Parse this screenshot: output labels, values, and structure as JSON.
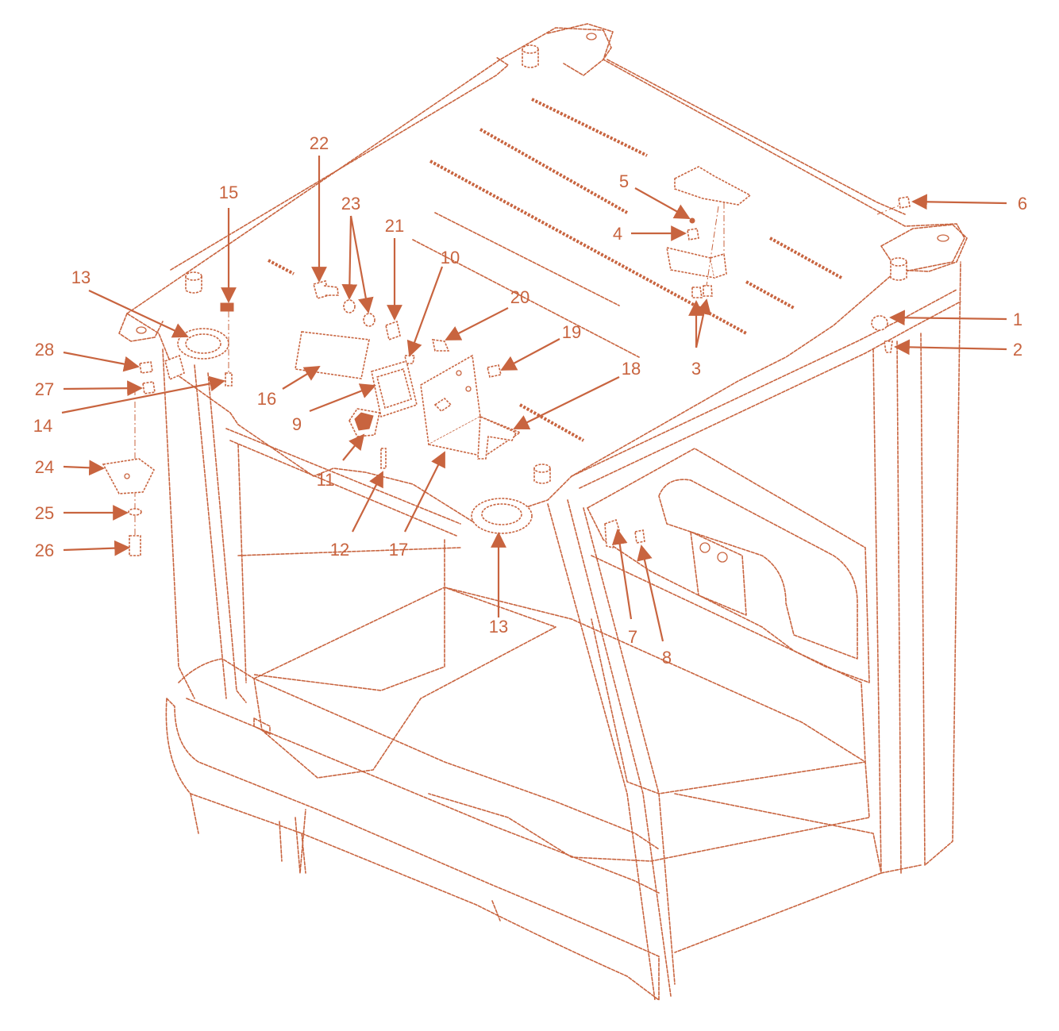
{
  "diagram": {
    "ink_color": "#c8643f",
    "callouts": [
      {
        "id": "c1",
        "label": "1"
      },
      {
        "id": "c2",
        "label": "2"
      },
      {
        "id": "c3",
        "label": "3"
      },
      {
        "id": "c4",
        "label": "4"
      },
      {
        "id": "c5",
        "label": "5"
      },
      {
        "id": "c6",
        "label": "6"
      },
      {
        "id": "c7",
        "label": "7"
      },
      {
        "id": "c8",
        "label": "8"
      },
      {
        "id": "c9",
        "label": "9"
      },
      {
        "id": "c10",
        "label": "10"
      },
      {
        "id": "c11",
        "label": "11"
      },
      {
        "id": "c12",
        "label": "12"
      },
      {
        "id": "c13a",
        "label": "13"
      },
      {
        "id": "c13b",
        "label": "13"
      },
      {
        "id": "c14",
        "label": "14"
      },
      {
        "id": "c15",
        "label": "15"
      },
      {
        "id": "c16",
        "label": "16"
      },
      {
        "id": "c17",
        "label": "17"
      },
      {
        "id": "c18",
        "label": "18"
      },
      {
        "id": "c19",
        "label": "19"
      },
      {
        "id": "c20",
        "label": "20"
      },
      {
        "id": "c21",
        "label": "21"
      },
      {
        "id": "c22",
        "label": "22"
      },
      {
        "id": "c23",
        "label": "23"
      },
      {
        "id": "c24",
        "label": "24"
      },
      {
        "id": "c25",
        "label": "25"
      },
      {
        "id": "c26",
        "label": "26"
      },
      {
        "id": "c27",
        "label": "27"
      },
      {
        "id": "c28",
        "label": "28"
      }
    ]
  }
}
